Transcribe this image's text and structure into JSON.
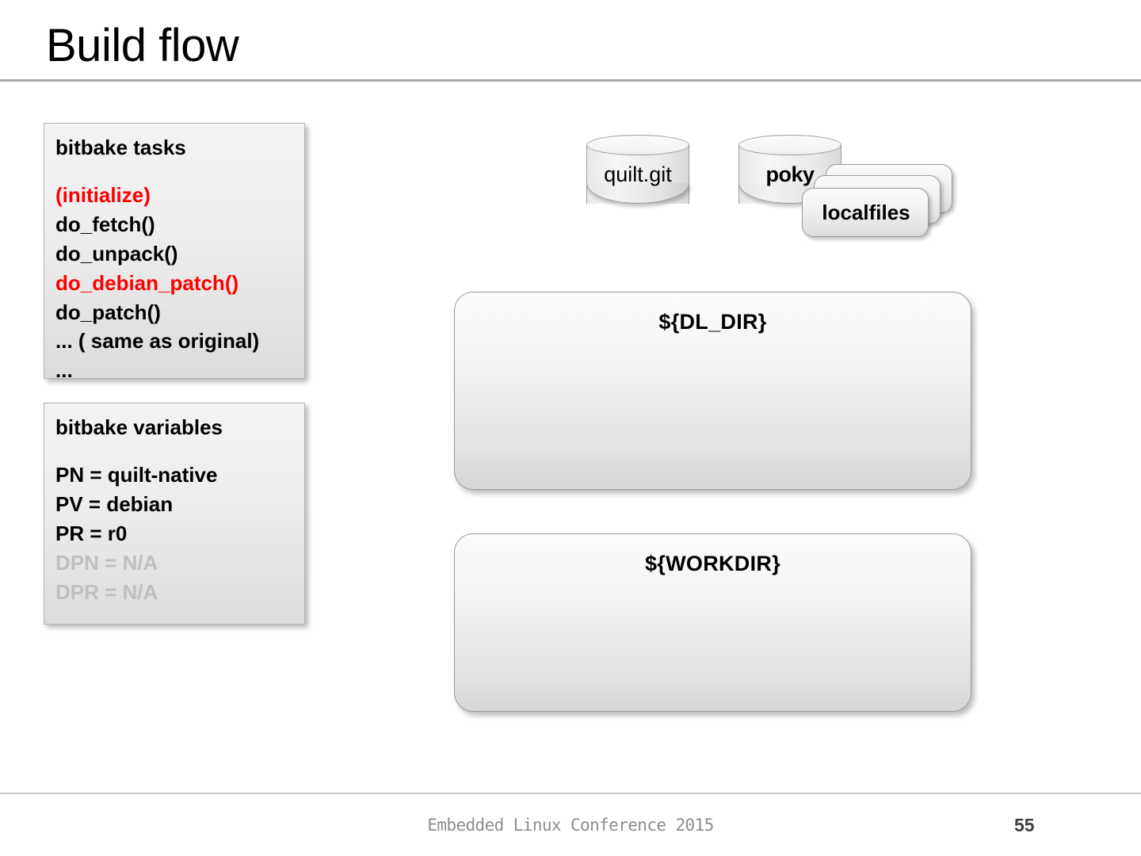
{
  "slide": {
    "title": "Build flow",
    "page_number": "55",
    "footer": "Embedded Linux Conference 2015"
  },
  "colors": {
    "accent_red": "#ff0000",
    "muted_gray": "#bfbfbf",
    "header_rule": "#a6a6a6",
    "footer_rule": "#c9c9c9",
    "footer_text": "#8c8c8c"
  },
  "tasks_box": {
    "heading": "bitbake tasks",
    "lines": [
      {
        "text": "(initialize)",
        "style": "red"
      },
      {
        "text": "do_fetch()",
        "style": "normal"
      },
      {
        "text": "do_unpack()",
        "style": "normal"
      },
      {
        "text": "do_debian_patch()",
        "style": "red"
      },
      {
        "text": "do_patch()",
        "style": "normal"
      },
      {
        "text": "... ( same as original)",
        "style": "normal"
      },
      {
        "text": "...",
        "style": "normal"
      }
    ]
  },
  "variables_box": {
    "heading": "bitbake variables",
    "lines": [
      {
        "text": "PN = quilt-native",
        "style": "normal"
      },
      {
        "text": "PV = debian",
        "style": "normal"
      },
      {
        "text": "PR = r0",
        "style": "normal"
      },
      {
        "text": "DPN = N/A",
        "style": "muted"
      },
      {
        "text": "DPR = N/A",
        "style": "muted"
      }
    ]
  },
  "sources": {
    "quilt_git": "quilt.git",
    "poky": "poky",
    "localfiles": "localfiles"
  },
  "directories": {
    "dl_dir": "${DL_DIR}",
    "workdir": "${WORKDIR}"
  }
}
